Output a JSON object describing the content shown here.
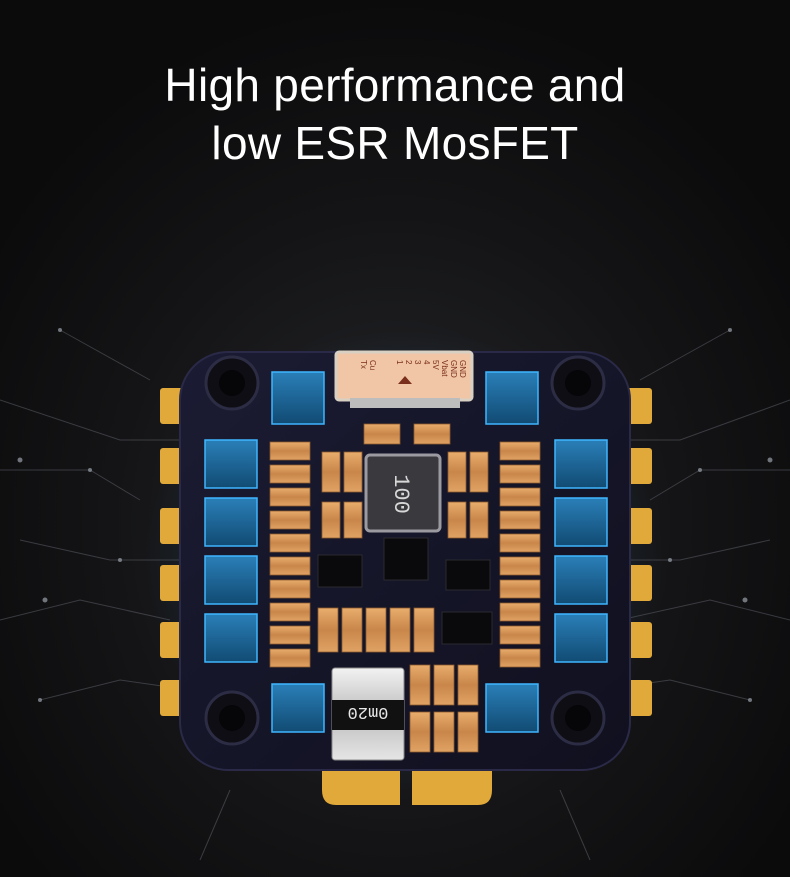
{
  "headline": {
    "line1": "High performance and",
    "line2": "low ESR MosFET"
  },
  "board": {
    "connector_pins": [
      "GND",
      "GND",
      "Vbat",
      "5V",
      "4",
      "3",
      "2",
      "1",
      "Cu",
      "Tx"
    ],
    "inductor_code": "100",
    "shunt_code": "0m20"
  },
  "colors": {
    "background": "#0d0d0e",
    "pcb": "#15152a",
    "pads": "#e0a93a",
    "mosfet_glow": "#1f8fd6",
    "capacitor": "#d99a5a"
  }
}
